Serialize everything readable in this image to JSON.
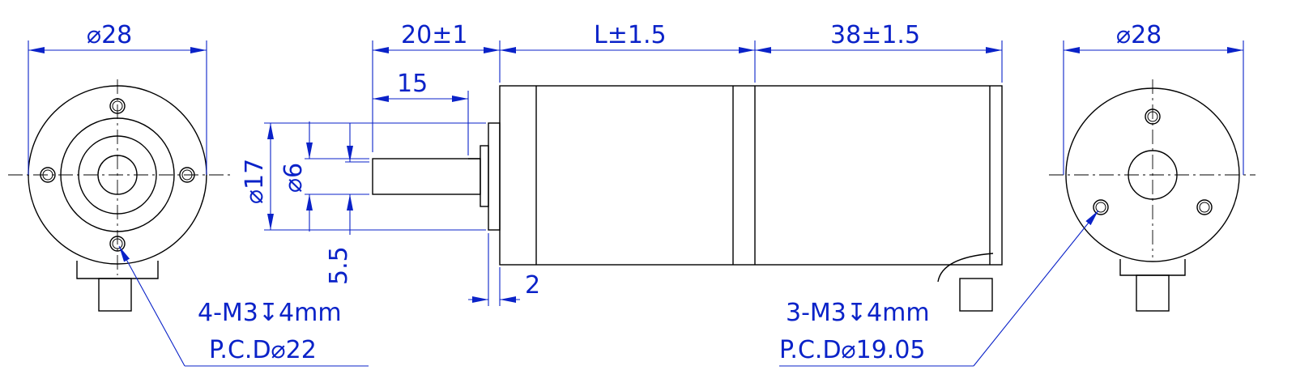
{
  "drawing": {
    "colors": {
      "outline": "#000000",
      "dimension": "#0a22c8",
      "background": "#ffffff"
    },
    "symbols": {
      "diameter": "⌀",
      "depth": "↧"
    },
    "left_view": {
      "outer_diameter": "28",
      "callout_line1": "4-M3",
      "callout_depth": "4mm",
      "callout_line2": "P.C.D",
      "callout_pcd": "22"
    },
    "side_view": {
      "shaft_length": "20",
      "shaft_tol": "±1",
      "key_length": "15",
      "motor_length": "L",
      "motor_tol": "±1.5",
      "gearbox_length": "38",
      "gearbox_tol": "±1.5",
      "boss_diameter": "17",
      "shaft_diameter": "6",
      "flat_height": "5.5",
      "boss_thickness": "2"
    },
    "right_view": {
      "outer_diameter": "28",
      "callout_line1": "3-M3",
      "callout_depth": "4mm",
      "callout_line2": "P.C.D",
      "callout_pcd": "19.05"
    }
  }
}
